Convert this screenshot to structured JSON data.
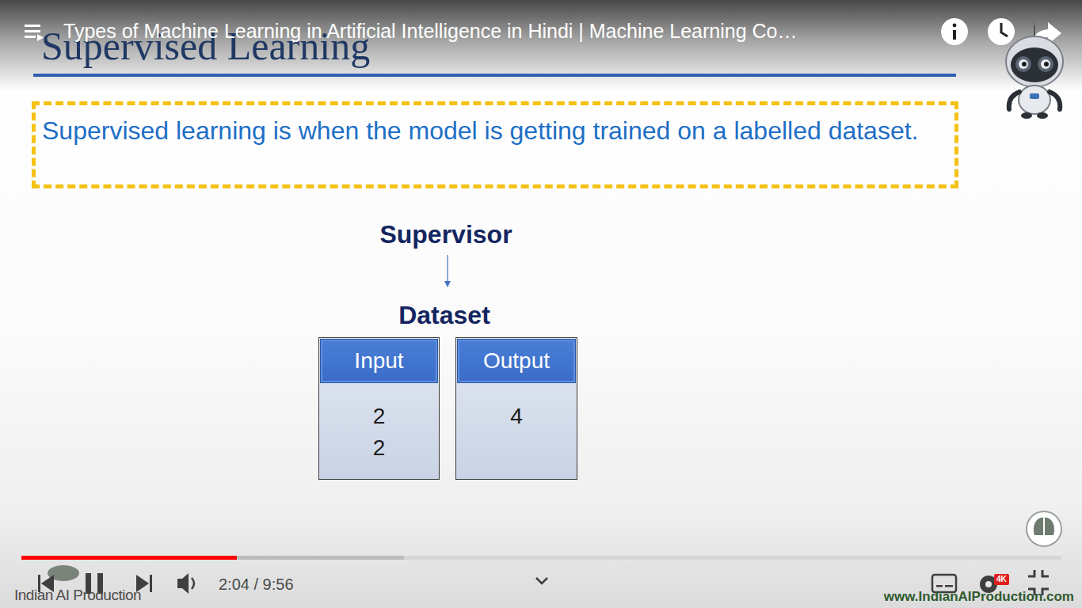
{
  "diagram": {
    "title": "Supervised Learning",
    "nodes": [
      {
        "text": [
          "Supervised learning is when the model is getting trained on a labelled dataset."
        ]
      },
      {
        "text": [
          "Input",
          "2",
          "2"
        ]
      },
      {
        "text": [
          "Output",
          "4"
        ]
      }
    ],
    "labels": [
      "Types of Machine Learning in Artificial Intelligence in Hindi | Machine Learning Co…",
      "Supervisor",
      "Dataset",
      "2:04 / 9:56",
      "4K",
      "Indian AI Production",
      "www.IndianAIProduction.com"
    ]
  }
}
